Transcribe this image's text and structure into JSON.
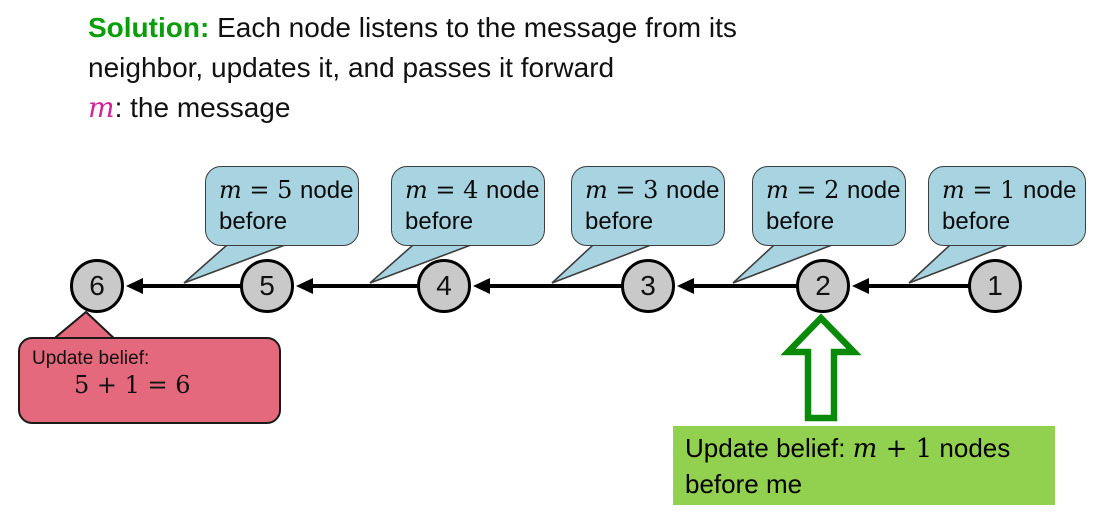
{
  "slide": {
    "title": {
      "solution_label": "Solution:",
      "line1_rest": " Each node listens to the message from its",
      "line2": "neighbor, updates it, and passes it forward",
      "message_symbol": "m",
      "message_rest": ": the message"
    },
    "bubbles": [
      {
        "symbol": "m",
        "equals": " = 5 ",
        "suffix": "node",
        "line2": "before"
      },
      {
        "symbol": "m",
        "equals": " = 4 ",
        "suffix": "node",
        "line2": "before"
      },
      {
        "symbol": "m",
        "equals": " = 3 ",
        "suffix": "node",
        "line2": "before"
      },
      {
        "symbol": "m",
        "equals": " = 2 ",
        "suffix": "node",
        "line2": "before"
      },
      {
        "symbol": "m",
        "equals": " = 1 ",
        "suffix": "node",
        "line2": "before"
      }
    ],
    "nodes": [
      "6",
      "5",
      "4",
      "3",
      "2",
      "1"
    ],
    "red_callout": {
      "line1": "Update belief:",
      "line2": "5 + 1 = 6"
    },
    "green_note": {
      "prefix": "Update belief: ",
      "symbol": "m",
      "equals": " + 1",
      "suffix": " nodes",
      "line2": "before me"
    },
    "colors": {
      "solution_green": "#0b9e0b",
      "magenta": "#d6219c",
      "bubble_fill": "#a8d4e2",
      "node_fill": "#c9c9c9",
      "red_fill": "#e5697d",
      "green_box": "#92d050",
      "green_arrow": "#0a8a0a"
    }
  }
}
